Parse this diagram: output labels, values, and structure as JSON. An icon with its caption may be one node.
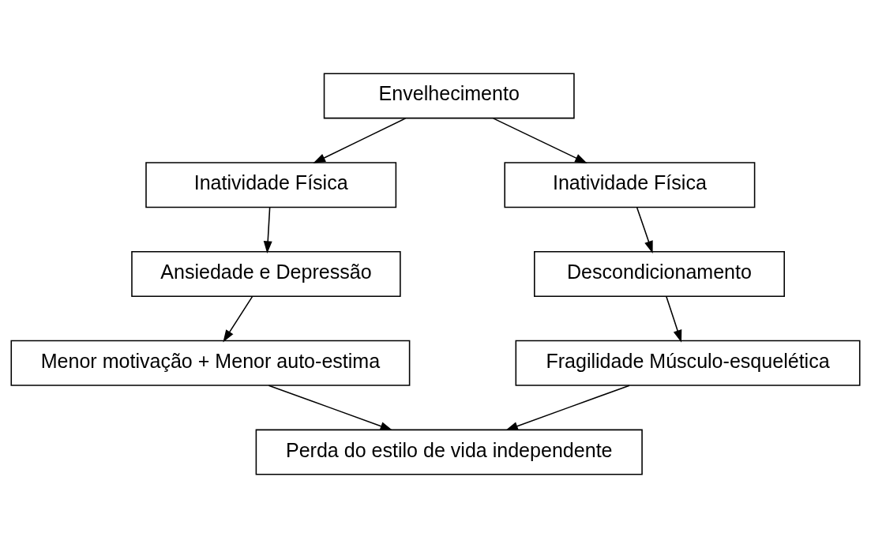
{
  "diagram": {
    "nodes": [
      {
        "text": [
          "Envelhecimento"
        ]
      },
      {
        "text": [
          "Inatividade Física"
        ]
      },
      {
        "text": [
          "Inatividade Física"
        ]
      },
      {
        "text": [
          "Ansiedade e Depressão"
        ]
      },
      {
        "text": [
          "Descondicionamento"
        ]
      },
      {
        "text": [
          "Menor motivação + Menor auto-estima"
        ]
      },
      {
        "text": [
          "Fragilidade Músculo-esquelética"
        ]
      },
      {
        "text": [
          "Perda do estilo de vida independente"
        ]
      }
    ],
    "edges": [
      {
        "from": 0,
        "to": 1,
        "arrow": "to"
      },
      {
        "from": 0,
        "to": 2,
        "arrow": "to"
      },
      {
        "from": 1,
        "to": 3,
        "arrow": "to"
      },
      {
        "from": 2,
        "to": 4,
        "arrow": "to"
      },
      {
        "from": 3,
        "to": 5,
        "arrow": "to"
      },
      {
        "from": 4,
        "to": 6,
        "arrow": "to"
      },
      {
        "from": 5,
        "to": 7,
        "arrow": "to"
      },
      {
        "from": 6,
        "to": 7,
        "arrow": "to"
      }
    ]
  }
}
